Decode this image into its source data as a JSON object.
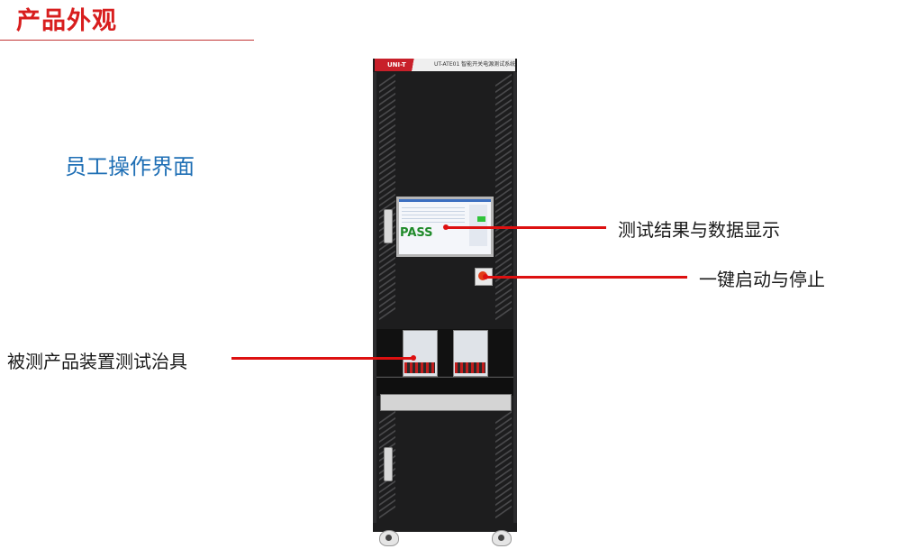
{
  "page": {
    "title": "产品外观",
    "subtitle": "员工操作界面"
  },
  "cabinet": {
    "brand": "UNI-T",
    "model": "UT-ATE01 智能开关电源测试系统",
    "screen_status": "PASS"
  },
  "callouts": {
    "screen": "测试结果与数据显示",
    "button": "一键启动与停止",
    "fixture": "被测产品装置测试治具"
  },
  "colors": {
    "title": "#d81e1e",
    "subtitle": "#1f6fb5",
    "callout_line": "#dd1010",
    "cabinet": "#1d1d1e",
    "pass_text": "#1f8a29",
    "brand": "#c8202a"
  },
  "icons": [
    "emergency-stop-icon",
    "caster-wheel-icon"
  ]
}
